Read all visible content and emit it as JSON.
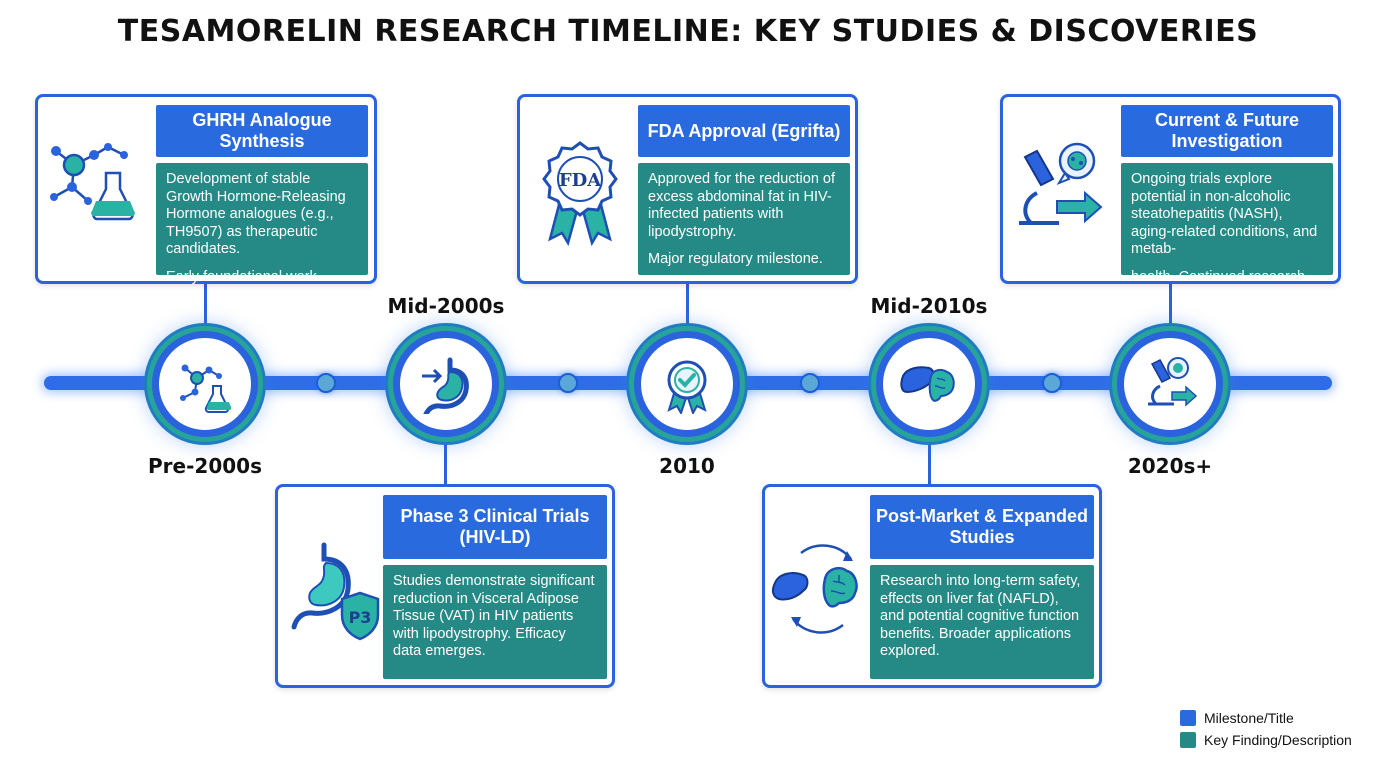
{
  "title": "TESAMORELIN RESEARCH TIMELINE: KEY STUDIES & DISCOVERIES",
  "colors": {
    "milestone": "#2a6adf",
    "finding": "#258a85",
    "timeline": "#2f6de8",
    "accent_teal": "#27a39a"
  },
  "eras": [
    {
      "label": "Pre-2000s",
      "icon": "molecule-flask-icon"
    },
    {
      "label": "Mid-2000s",
      "icon": "stomach-arrow-icon"
    },
    {
      "label": "2010",
      "icon": "approval-badge-icon"
    },
    {
      "label": "Mid-2010s",
      "icon": "liver-brain-icon"
    },
    {
      "label": "2020s+",
      "icon": "microscope-arrow-icon"
    }
  ],
  "cards": [
    {
      "title": "GHRH Analogue Synthesis",
      "description": "Development of stable Growth Hormone-Releasing Hormone analogues (e.g., TH9507) as therapeutic candidates.",
      "note": "Early foundational work.",
      "icon": "molecule-flask-icon"
    },
    {
      "title": "Phase 3 Clinical Trials (HIV-LD)",
      "description": "Studies demonstrate significant reduction in Visceral Adipose Tissue (VAT) in HIV patients with lipodystrophy. Efficacy data emerges.",
      "note": "",
      "icon": "stomach-p3-shield-icon",
      "badge": "P3"
    },
    {
      "title": "FDA Approval (Egrifta)",
      "description": "Approved for the reduction of excess abdominal fat in HIV-infected patients with lipodystrophy.",
      "note": "Major regulatory milestone.",
      "icon": "fda-ribbon-badge-icon",
      "badge": "FDA"
    },
    {
      "title": "Post-Market & Expanded Studies",
      "description": "Research into long-term safety, effects on liver fat (NAFLD), and potential cognitive function benefits. Broader applications explored.",
      "note": "",
      "icon": "liver-brain-cycle-icon"
    },
    {
      "title": "Current & Future Investigation",
      "description": "Ongoing trials explore potential in non-alcoholic steatohepatitis (NASH), aging-related conditions, and metab-",
      "note": "health. Continued research.",
      "icon": "microscope-cell-arrow-icon"
    }
  ],
  "legend": [
    {
      "label": "Milestone/Title",
      "color": "#2a6adf"
    },
    {
      "label": "Key Finding/Description",
      "color": "#258a85"
    }
  ]
}
